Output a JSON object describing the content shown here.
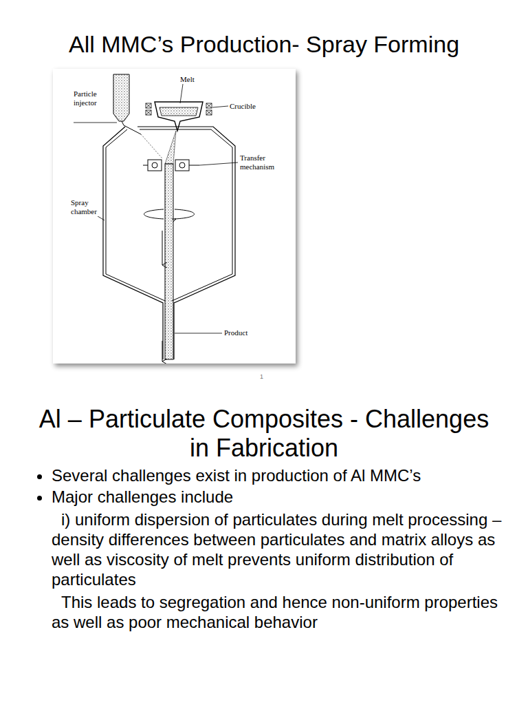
{
  "diagram": {
    "title": "All MMC’s Production- Spray Forming",
    "labels": [
      "Particle injector",
      "Melt",
      "Crucible",
      "Transfer mechanism",
      "Spray chamber",
      "Product",
      "1",
      "Al – Particulate Composites - Challenges in Fabrication",
      "Several challenges exist in production of Al MMC’s",
      "Major challenges include",
      "i) uniform dispersion of particulates during melt processing – density differences between particulates and matrix alloys as well as viscosity of melt prevents uniform distribution of particulates",
      "This leads to segregation and hence non-uniform properties as well as poor mechanical behavior"
    ]
  }
}
